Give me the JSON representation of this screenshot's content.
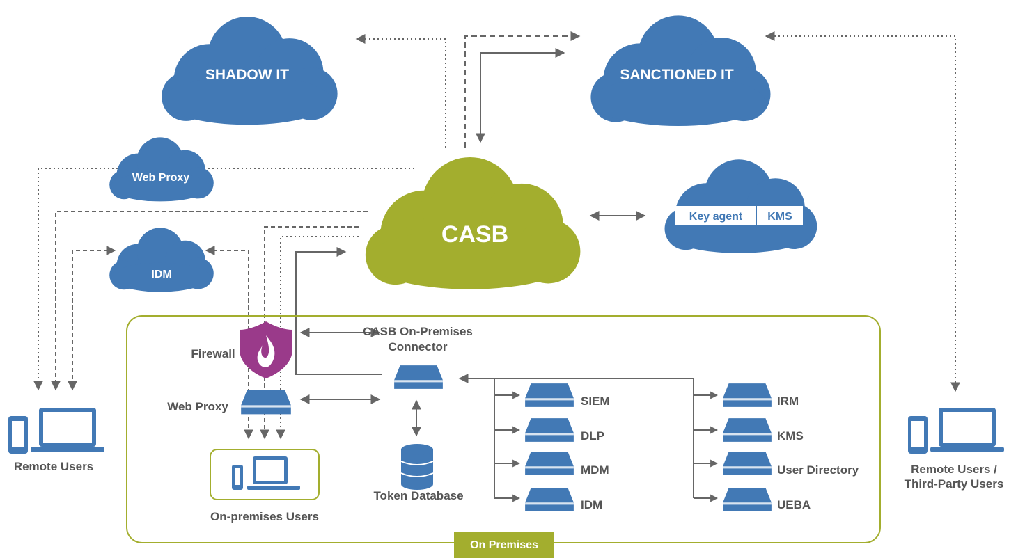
{
  "colors": {
    "cloud_blue": "#4279B5",
    "casb_green": "#A3AE2E",
    "firewall_purple": "#9A3A8A",
    "line_grey": "#666666",
    "label_grey": "#555555"
  },
  "clouds": {
    "shadow_it": "SHADOW IT",
    "sanctioned_it": "SANCTIONED IT",
    "web_proxy": "Web Proxy",
    "idm": "IDM",
    "casb": "CASB",
    "key_agent": "Key agent",
    "kms": "KMS"
  },
  "on_premises": {
    "badge": "On Premises",
    "firewall": "Firewall",
    "web_proxy": "Web Proxy",
    "connector_line1": "CASB On-Premises",
    "connector_line2": "Connector",
    "token_database": "Token Database",
    "on_premises_users": "On-premises Users",
    "services_left": [
      "SIEM",
      "DLP",
      "MDM",
      "IDM"
    ],
    "services_right": [
      "IRM",
      "KMS",
      "User Directory",
      "UEBA"
    ]
  },
  "remote_users": {
    "left": "Remote Users",
    "right_line1": "Remote Users /",
    "right_line2": "Third-Party Users"
  },
  "icons": [
    "cloud-icon",
    "shield-flame-icon",
    "server-icon",
    "database-icon",
    "laptop-icon",
    "phone-icon"
  ]
}
